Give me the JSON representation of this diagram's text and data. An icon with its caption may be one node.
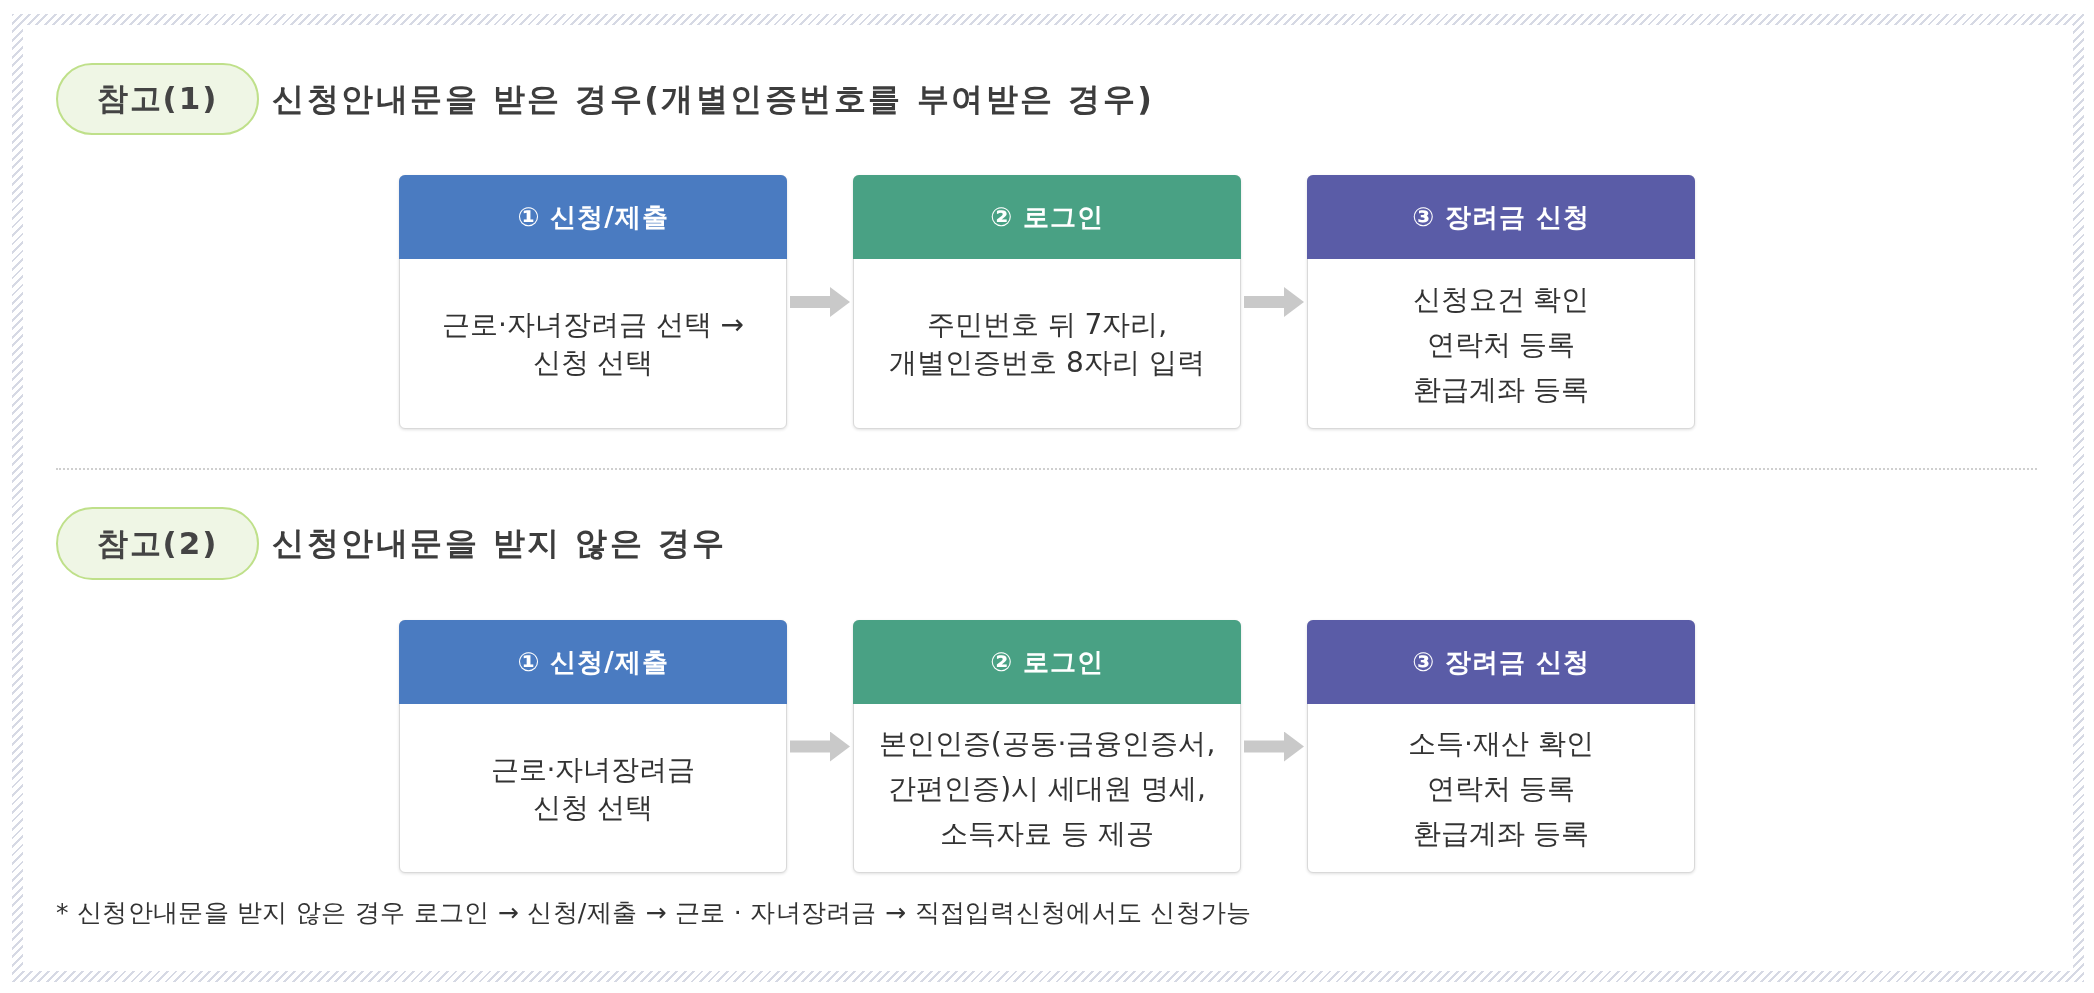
{
  "diagram": {
    "nodes": [
      {
        "text": [
          "참고(1)"
        ],
        "beside": [
          "신청안내문을 받은 경우(개별인증번호를 부여받은 경우)"
        ]
      },
      {
        "text": [
          "① 신청/제출",
          "근로·자녀장려금 선택 → 신청 선택"
        ]
      },
      {
        "text": [
          "② 로그인",
          "주민번호 뒤 7자리, 개별인증번호 8자리 입력"
        ]
      },
      {
        "text": [
          "③ 장려금 신청",
          "신청요건 확인",
          "연락처 등록",
          "환급계좌 등록"
        ]
      },
      {
        "text": [
          "참고(2)"
        ],
        "beside": [
          "신청안내문을 받지 않은 경우"
        ]
      },
      {
        "text": [
          "① 신청/제출",
          "근로·자녀장려금 신청 선택"
        ]
      },
      {
        "text": [
          "② 로그인",
          "본인인증(공동·금융인증서, 간편인증)시 세대원 명세, 소득자료 등 제공"
        ]
      },
      {
        "text": [
          "③ 장려금 신청",
          "소득·재산 확인",
          "연락처 등록",
          "환급계좌 등록"
        ]
      }
    ],
    "edges": [
      {
        "from": 1,
        "to": 2,
        "arrow": "to"
      },
      {
        "from": 2,
        "to": 3,
        "arrow": "to"
      },
      {
        "from": 5,
        "to": 6,
        "arrow": "to"
      },
      {
        "from": 6,
        "to": 7,
        "arrow": "to"
      }
    ],
    "labels": [
      "* 신청안내문을 받지 않은 경우 로그인 → 신청/제출 → 근로 · 자녀장려금 → 직접입력신청에서도 신청가능"
    ]
  }
}
